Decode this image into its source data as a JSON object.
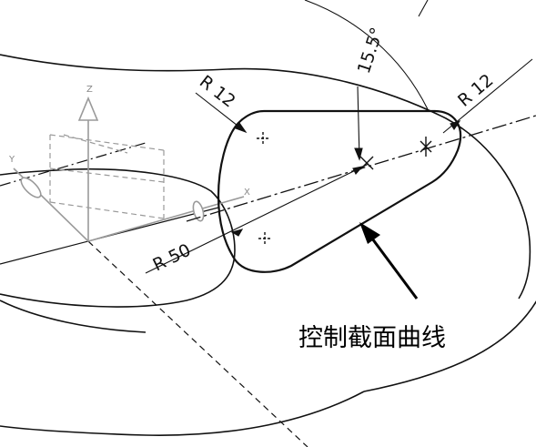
{
  "dimensions": {
    "radius_left_top": "R 12",
    "radius_right_top": "R 12",
    "radius_large": "R 50",
    "angle": "15.5°"
  },
  "axes": {
    "z_label": "Z",
    "y_label": "Y",
    "x_label": "X"
  },
  "callout": {
    "label": "控制截面曲线"
  },
  "colors": {
    "geometry": "#111111",
    "triad": "#9a9a9a",
    "background": "#ffffff"
  }
}
